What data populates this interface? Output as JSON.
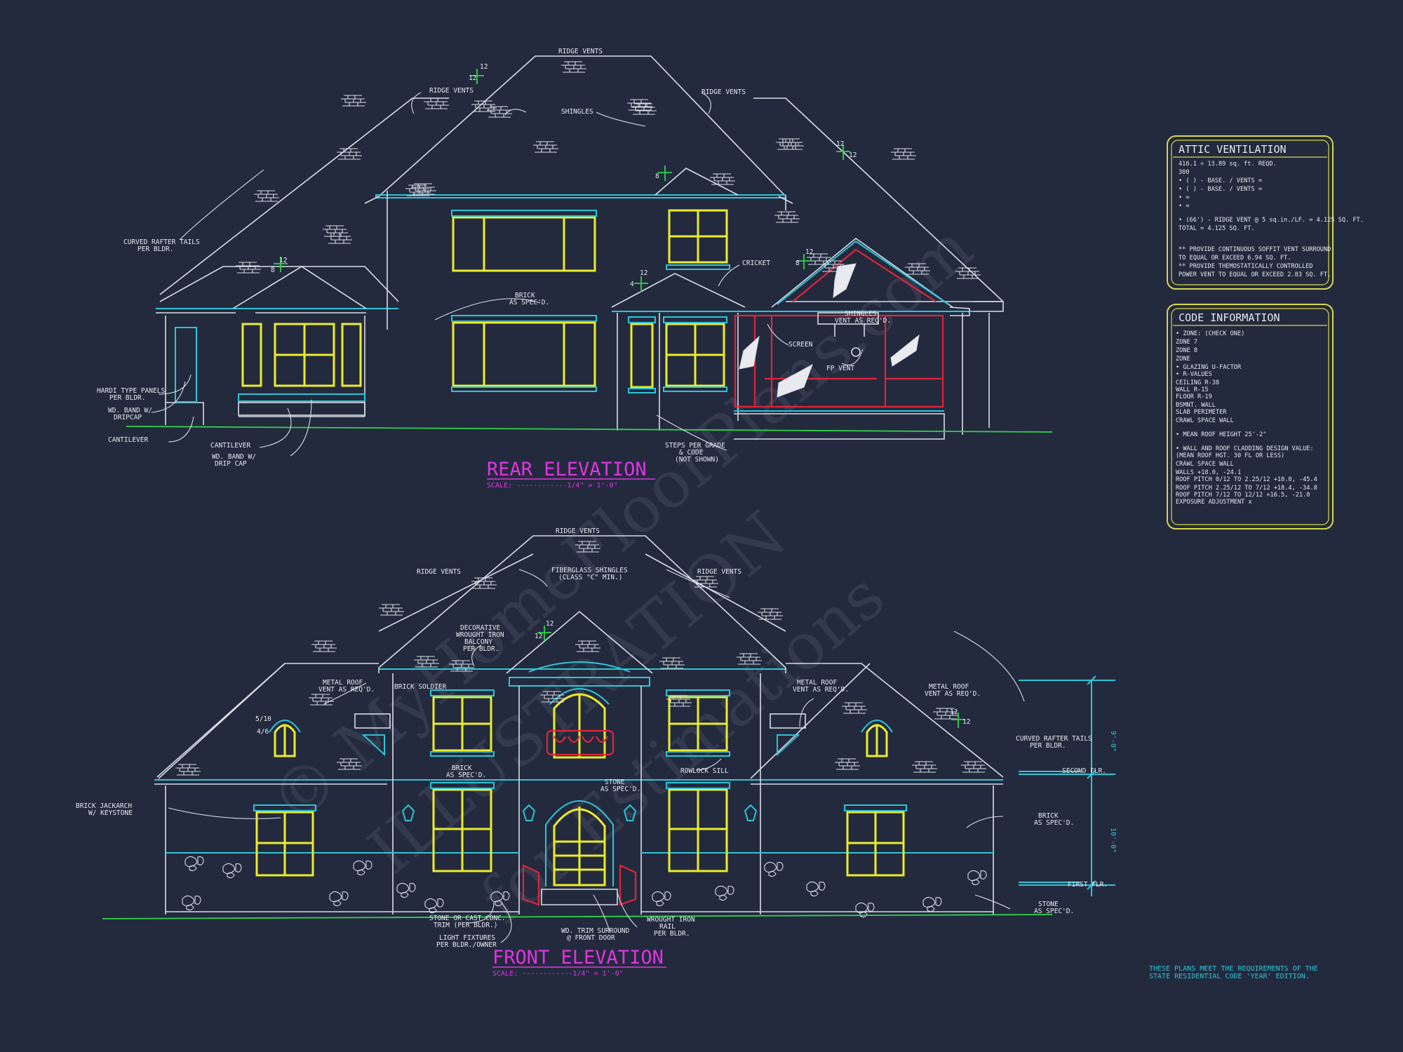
{
  "rear": {
    "title": "REAR ELEVATION",
    "scale": "SCALE: ------------1/4\" = 1'-0\"",
    "labels": {
      "ridge_top": "RIDGE VENTS",
      "ridge_left": "RIDGE VENTS",
      "ridge_right": "RIDGE VENTS",
      "shingles": "SHINGLES",
      "curved1": "CURVED RAFTER TAILS",
      "curved2": "PER BLDR.",
      "brick1": "BRICK",
      "brick2": "AS SPEC'D.",
      "cricket": "CRICKET",
      "hardi1": "HARDI TYPE PANELS",
      "hardi2": "PER BLDR.",
      "wd1": "WD. BAND W/",
      "wd2": "DRIPCAP",
      "cant": "CANTILEVER",
      "cant2": "CANTILEVER",
      "wd3": "WD. BAND W/",
      "wd4": "DRIP CAP",
      "steps1": "STEPS PER GRADE",
      "steps2": "& CODE",
      "steps3": "(NOT SHOWN)",
      "screen": "SCREEN",
      "fpv": "FP VENT",
      "shg1": "SHINGLES",
      "shg2": "VENT AS REQ'D.",
      "p12a": "12",
      "p12b": "12",
      "p8a": "8",
      "p8b": "8",
      "p12c": "12",
      "p12d": "12",
      "p8c": "8",
      "p4": "4",
      "p12e": "12",
      "p12f": "12",
      "p12g": "12"
    }
  },
  "front": {
    "title": "FRONT ELEVATION",
    "scale": "SCALE: ------------1/4\" = 1'-0\"",
    "labels": {
      "ridge_top": "RIDGE VENTS",
      "ridge_left": "RIDGE VENTS",
      "ridge_right": "RIDGE VENTS",
      "fg1": "FIBERGLASS SHINGLES",
      "fg2": "(CLASS \"C\" MIN.)",
      "deco1": "DECORATIVE",
      "deco2": "WROUGHT IRON",
      "deco3": "BALCONY",
      "deco4": "PER BLDR.",
      "mr1": "METAL ROOF",
      "mr2": "VENT AS REQ'D.",
      "mr3": "METAL ROOF",
      "mr4": "VENT AS REQ'D.",
      "mr5": "METAL ROOF",
      "mr6": "VENT AS REQ'D.",
      "bsold": "BRICK SOLDIER",
      "brick1": "BRICK",
      "brick2": "AS SPEC'D.",
      "stone1": "STONE",
      "stone2": "AS SPEC'D.",
      "rowlock": "ROWLOCK SILL",
      "curved1": "CURVED RAFTER TAILS",
      "curved2": "PER BLDR.",
      "second": "SECOND FLR.",
      "first": "FIRST FLR.",
      "dim1": "9'-0\"",
      "dim2": "10'-0\"",
      "bja1": "BRICK JACKARCH",
      "bja2": "W/ KEYSTONE",
      "brick3": "BRICK",
      "brick4": "AS SPEC'D.",
      "stone3": "STONE",
      "stone4": "AS SPEC'D.",
      "soc1": "STONE OR CAST CONC.",
      "soc2": "TRIM (PER BLDR.)",
      "lf1": "LIGHT FIXTURES",
      "lf2": "PER BLDR./OWNER",
      "wd1": "WD. TRIM SURROUND",
      "wd2": "@ FRONT DOOR",
      "wi1": "WROUGHT IRON",
      "wi2": "RAIL",
      "wi3": "PER BLDR.",
      "p510": "5/10",
      "p46": "4/6",
      "p12a": "12",
      "p12b": "12",
      "p12c": "12",
      "p12d": "12"
    }
  },
  "attic": {
    "title": "ATTIC VENTILATION",
    "lines": [
      "416.1 ÷ 13.89 sq. ft. REQD.",
      "300",
      "• (  ) -        BASE.   /    VENTS   =",
      "• (  ) -        BASE.   /    VENTS   =",
      "•                                    =",
      "•                                    =",
      "• (66') - RIDGE VENT @ 5 sq.in./LF. = 4.125 SQ. FT.",
      "                          TOTAL     = 4.125 SQ. FT.",
      "** PROVIDE CONTINUOUS SOFFIT VENT SURROUND",
      "   TO EQUAL OR EXCEED  6.94 SQ. FT.",
      "** PROVIDE THEMOSTATICALLY CONTROLLED",
      "   POWER VENT TO EQUAL OR EXCEED 2.83 SQ. FT."
    ]
  },
  "code": {
    "title": "CODE INFORMATION",
    "lines": [
      "• ZONE: (CHECK ONE)",
      "      ZONE 7",
      "      ZONE 8",
      "      ZONE",
      "• GLAZING U-FACTOR",
      "• R-VALUES",
      "      CEILING              R-38",
      "      WALL                 R-15",
      "      FLOOR                R-19",
      "      BSMNT. WALL",
      "      SLAB PERIMETER",
      "      CRAWL SPACE WALL",
      "• MEAN ROOF HEIGHT  25'-2\"",
      "• WALL AND ROOF CLADDING DESIGN VALUE:",
      "  (MEAN ROOF HGT. 30 FL OR LESS)",
      "      CRAWL SPACE WALL",
      "      WALLS                      +18.0, -24.1",
      "      ROOF PITCH 0/12 TO 2.25/12  +10.0, -45.4",
      "      ROOF PITCH 2.25/12 TO 7/12  +18.4, -34.8",
      "      ROOF PITCH 7/12 TO 12/12    +16.5, -21.0",
      "      EXPOSURE ADJUSTMENT           x"
    ]
  },
  "note": {
    "line1": "THESE PLANS MEET THE REQUIREMENTS OF THE",
    "line2": "STATE RESIDENTIAL CODE 'YEAR' EDITION."
  },
  "watermark": {
    "line1": "© MyHomeFloorPlans.com",
    "line2": "ILLUSTRATION",
    "line3": "for Estimations"
  },
  "colors": {
    "background": "#232a3e",
    "linework": "#d8dce6",
    "trim": "#2ec4d6",
    "windows": "#ecec2c",
    "rails": "#e0243a",
    "grade": "#31d24a",
    "titles": "#e034e0",
    "panel_border": "#d6d84a"
  }
}
